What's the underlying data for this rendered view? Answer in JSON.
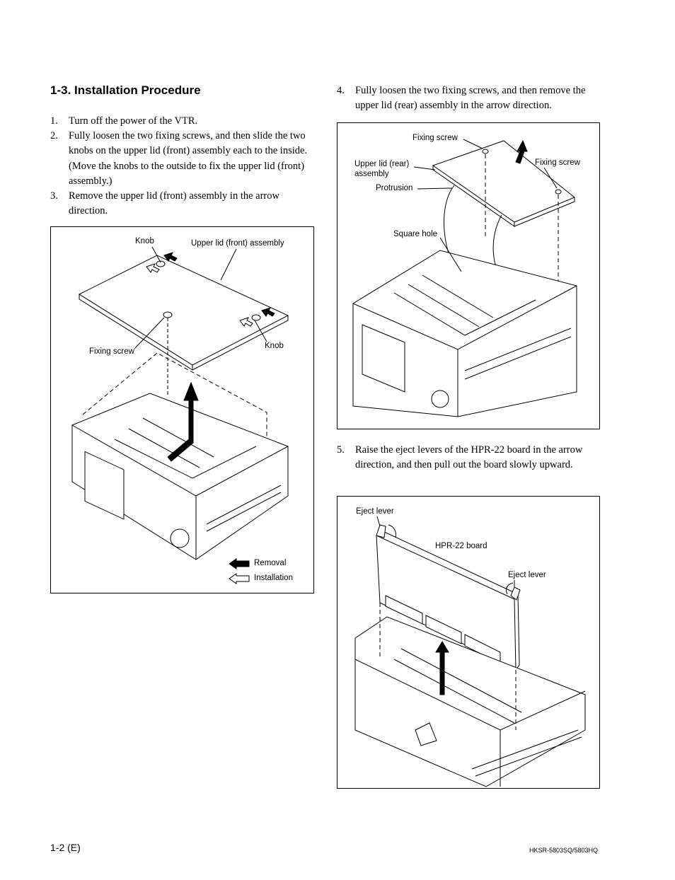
{
  "section": {
    "title": "1-3.   Installation Procedure"
  },
  "steps": [
    {
      "num": "1.",
      "text": "Turn off the power of the VTR."
    },
    {
      "num": "2.",
      "text": "Fully loosen the two fixing screws, and then slide the two knobs on the upper lid (front) assembly each to the inside. (Move the knobs to the outside to fix the upper lid (front) assembly.)"
    },
    {
      "num": "3.",
      "text": "Remove the upper lid (front) assembly in the arrow direction."
    },
    {
      "num": "4.",
      "text": "Fully loosen the two fixing screws, and then remove the upper lid (rear) assembly in the arrow direction."
    },
    {
      "num": "5.",
      "text": "Raise the eject levers of the HPR-22 board in the arrow direction, and then pull out the board slowly upward."
    }
  ],
  "figure1": {
    "labels": {
      "knob_top": "Knob",
      "upper_lid_front": "Upper lid (front) assembly",
      "fixing_screw": "Fixing screw",
      "knob_right": "Knob",
      "legend_removal": "Removal",
      "legend_installation": "Installation"
    }
  },
  "figure2": {
    "labels": {
      "fixing_screw_top": "Fixing screw",
      "upper_lid_rear": "Upper lid (rear)",
      "assembly": "assembly",
      "fixing_screw_right": "Fixing screw",
      "protrusion": "Protrusion",
      "square_hole": "Square hole"
    }
  },
  "figure3": {
    "labels": {
      "eject_lever_left": "Eject lever",
      "hpr22_board": "HPR-22 board",
      "eject_lever_right": "Eject lever"
    }
  },
  "footer": {
    "page": "1-2 (E)",
    "model": "HKSR-5803SQ/5803HQ"
  }
}
